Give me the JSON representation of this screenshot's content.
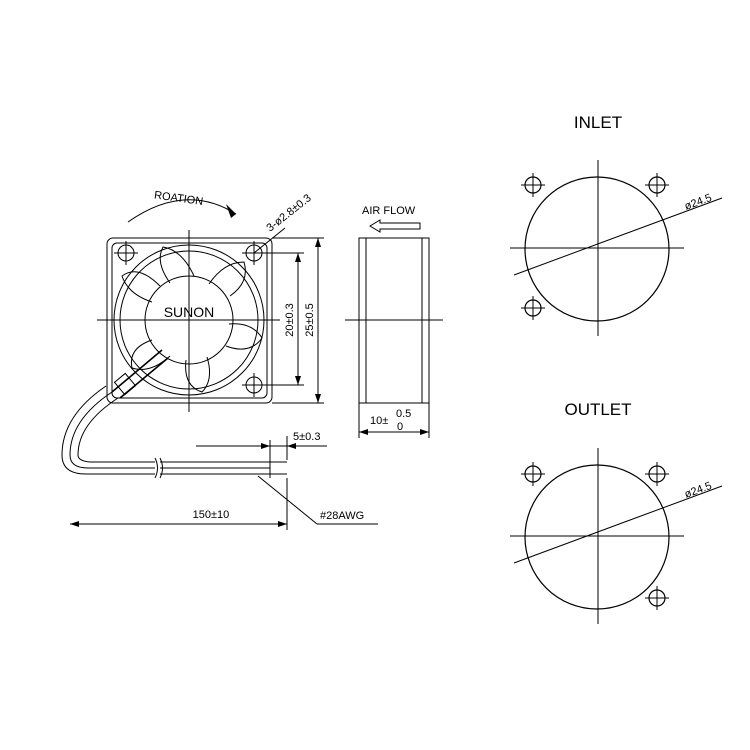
{
  "front_view": {
    "rotation_label": "ROATION",
    "brand": "SUNON",
    "hole_dim": "3-ø2.8±0.3",
    "dim_inner": "20±0.3",
    "dim_outer": "25±0.5"
  },
  "side_view": {
    "airflow_label": "AIR FLOW",
    "thickness_base": "10±",
    "thickness_upper": "0.5",
    "thickness_lower": "0"
  },
  "cable": {
    "strip_dim": "5±0.3",
    "length_dim": "150±10",
    "wire_gauge": "#28AWG"
  },
  "inlet": {
    "title": "INLET",
    "diameter": "ø24.5"
  },
  "outlet": {
    "title": "OUTLET",
    "diameter": "ø24.5"
  }
}
